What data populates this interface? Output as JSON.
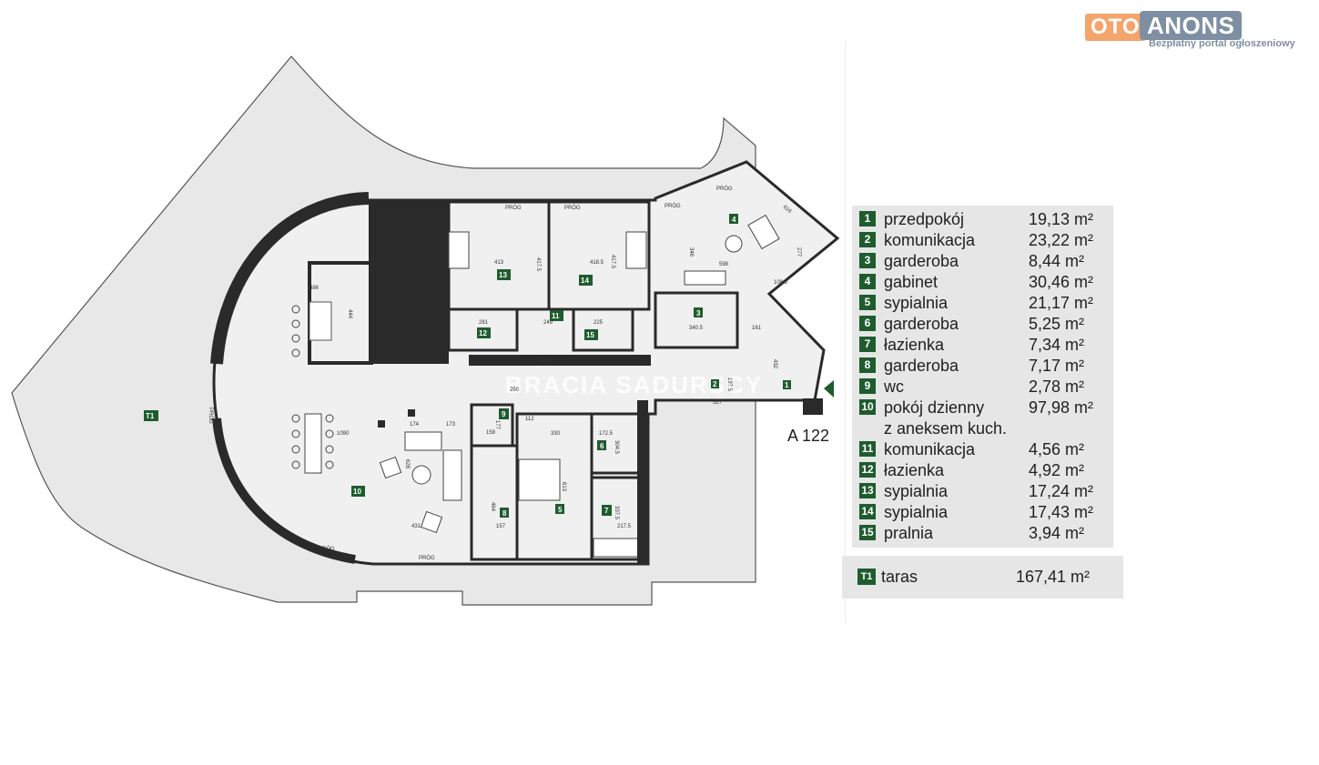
{
  "logo": {
    "part1": "OTO",
    "part2": "ANONS",
    "tagline": "Bezpłatny portal ogłoszeniowy"
  },
  "plan": {
    "label": "A 122",
    "watermark": "BRACIA SADURSCY",
    "room_tags": [
      {
        "n": "1"
      },
      {
        "n": "2"
      },
      {
        "n": "3"
      },
      {
        "n": "4"
      },
      {
        "n": "5"
      },
      {
        "n": "6"
      },
      {
        "n": "7"
      },
      {
        "n": "8"
      },
      {
        "n": "9"
      },
      {
        "n": "10"
      },
      {
        "n": "11"
      },
      {
        "n": "12"
      },
      {
        "n": "13"
      },
      {
        "n": "14"
      },
      {
        "n": "15"
      },
      {
        "n": "T1"
      }
    ],
    "dimensions": [
      "413",
      "417.5",
      "418.5",
      "417.5",
      "486",
      "444",
      "281",
      "249",
      "225",
      "640",
      "1090",
      "174",
      "173",
      "250",
      "527",
      "598",
      "346",
      "340.5",
      "330",
      "613",
      "157",
      "464",
      "628",
      "431",
      "172.5",
      "304.5",
      "337.5",
      "217.5",
      "112",
      "158",
      "177",
      "161",
      "108.5",
      "197.5",
      "432",
      "277",
      "616"
    ],
    "door_label": "PRÓG"
  },
  "legend": {
    "rooms": [
      {
        "num": "1",
        "name": "przedpokój",
        "area": "19,13 m²"
      },
      {
        "num": "2",
        "name": "komunikacja",
        "area": "23,22 m²"
      },
      {
        "num": "3",
        "name": "garderoba",
        "area": "8,44 m²"
      },
      {
        "num": "4",
        "name": "gabinet",
        "area": "30,46 m²"
      },
      {
        "num": "5",
        "name": "sypialnia",
        "area": "21,17 m²"
      },
      {
        "num": "6",
        "name": "garderoba",
        "area": "5,25 m²"
      },
      {
        "num": "7",
        "name": "łazienka",
        "area": "7,34 m²"
      },
      {
        "num": "8",
        "name": "garderoba",
        "area": "7,17 m²"
      },
      {
        "num": "9",
        "name": "wc",
        "area": "2,78 m²"
      },
      {
        "num": "10",
        "name": "pokój dzienny",
        "area": "97,98 m²"
      },
      {
        "num": "11",
        "name": "komunikacja",
        "area": "4,56 m²"
      },
      {
        "num": "12",
        "name": "łazienka",
        "area": "4,92 m²"
      },
      {
        "num": "13",
        "name": "sypialnia",
        "area": "17,24 m²"
      },
      {
        "num": "14",
        "name": "sypialnia",
        "area": "17,43 m²"
      },
      {
        "num": "15",
        "name": "pralnia",
        "area": "3,94 m²"
      }
    ],
    "room10_cont": "z aneksem kuch."
  },
  "terrace": {
    "num": "T1",
    "name": "taras",
    "area": "167,41 m²"
  },
  "colors": {
    "wall": "#2a2a2a",
    "floor": "#f0f0f0",
    "terrace": "#e8e8e8",
    "tag": "#1e5c2e",
    "panel": "#e6e6e6"
  }
}
